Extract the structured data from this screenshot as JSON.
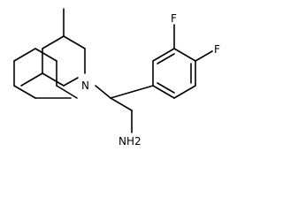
{
  "molecule": {
    "atoms": {
      "nitrogen": "N",
      "fluorine_1": "F",
      "fluorine_2": "F",
      "amine": "NH2"
    },
    "colors": {
      "bond": "#000000",
      "label": "#000000",
      "background": "#ffffff"
    }
  }
}
